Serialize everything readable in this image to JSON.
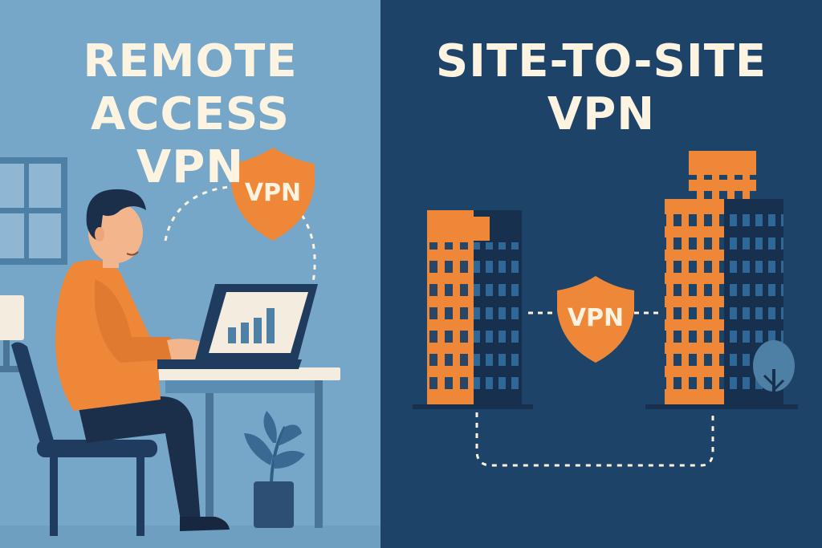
{
  "left": {
    "title_line1": "REMOTE ACCESS",
    "title_line2": "VPN",
    "shield_label": "VPN"
  },
  "right": {
    "title_line1": "SITE-TO-SITE",
    "title_line2": "VPN",
    "shield_label": "VPN"
  },
  "colors": {
    "left_background": "#77a7c8",
    "right_background": "#1d4369",
    "title_text": "#fdf3e1",
    "accent_orange": "#ef8738",
    "navy": "#1f3b5e",
    "desk": "#f4ecdf"
  }
}
